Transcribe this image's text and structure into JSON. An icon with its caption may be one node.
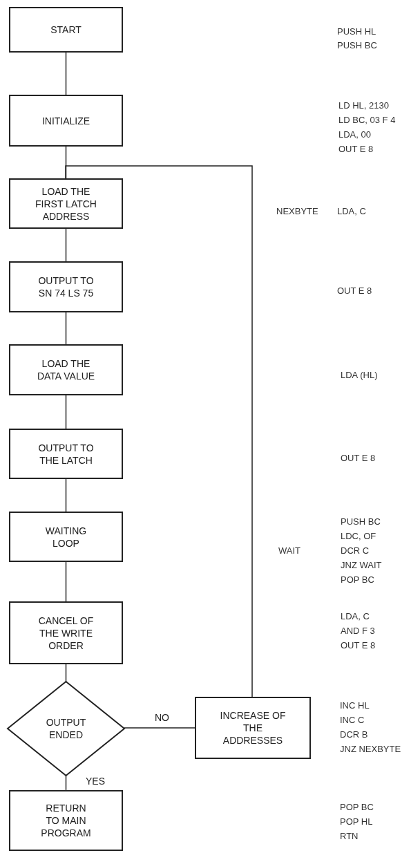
{
  "diagram": {
    "nodes": [
      {
        "text": [
          "START"
        ]
      },
      {
        "text": [
          "INITIALIZE"
        ]
      },
      {
        "text": [
          "LOAD THE FIRST LATCH ADDRESS"
        ]
      },
      {
        "text": [
          "OUTPUT TO SN 74 LS 75"
        ]
      },
      {
        "text": [
          "LOAD THE DATA VALUE"
        ]
      },
      {
        "text": [
          "OUTPUT TO THE LATCH"
        ]
      },
      {
        "text": [
          "WAITING LOOP"
        ]
      },
      {
        "text": [
          "CANCEL OF THE WRITE ORDER"
        ]
      },
      {
        "text": [
          "OUTPUT ENDED"
        ]
      },
      {
        "text": [
          "INCREASE OF THE ADDRESSES"
        ]
      },
      {
        "text": [
          "RETURN TO MAIN PROGRAM"
        ]
      }
    ],
    "edges": [
      {
        "from": 0,
        "to": 1,
        "arrow": "none"
      },
      {
        "from": 1,
        "to": 2,
        "arrow": "none"
      },
      {
        "from": 2,
        "to": 3,
        "arrow": "none"
      },
      {
        "from": 3,
        "to": 4,
        "arrow": "none"
      },
      {
        "from": 4,
        "to": 5,
        "arrow": "none"
      },
      {
        "from": 5,
        "to": 6,
        "arrow": "none"
      },
      {
        "from": 6,
        "to": 7,
        "arrow": "none"
      },
      {
        "from": 7,
        "to": 8,
        "arrow": "none"
      },
      {
        "from": 8,
        "to": 9,
        "arrow": "none",
        "label": "NO"
      },
      {
        "from": 9,
        "to": 2,
        "arrow": "none"
      },
      {
        "from": 8,
        "to": 10,
        "arrow": "none",
        "label": "YES"
      }
    ],
    "labels": [
      "PUSH HL",
      "PUSH BC",
      "LD HL, 2130",
      "LD BC, 03 F 4",
      "LDA, 00",
      "OUT E 8",
      "NEXBYTE",
      "LDA, C",
      "OUT E 8",
      "LDA (HL)",
      "OUT E 8",
      "PUSH BC",
      "LDC, OF",
      "WAIT",
      "DCR C",
      "JNZ WAIT",
      "POP BC",
      "LDA, C",
      "AND F 3",
      "OUT E 8",
      "INC HL",
      "INC C",
      "DCR B",
      "JNZ NEXBYTE",
      "POP BC",
      "POP HL",
      "RTN"
    ]
  }
}
